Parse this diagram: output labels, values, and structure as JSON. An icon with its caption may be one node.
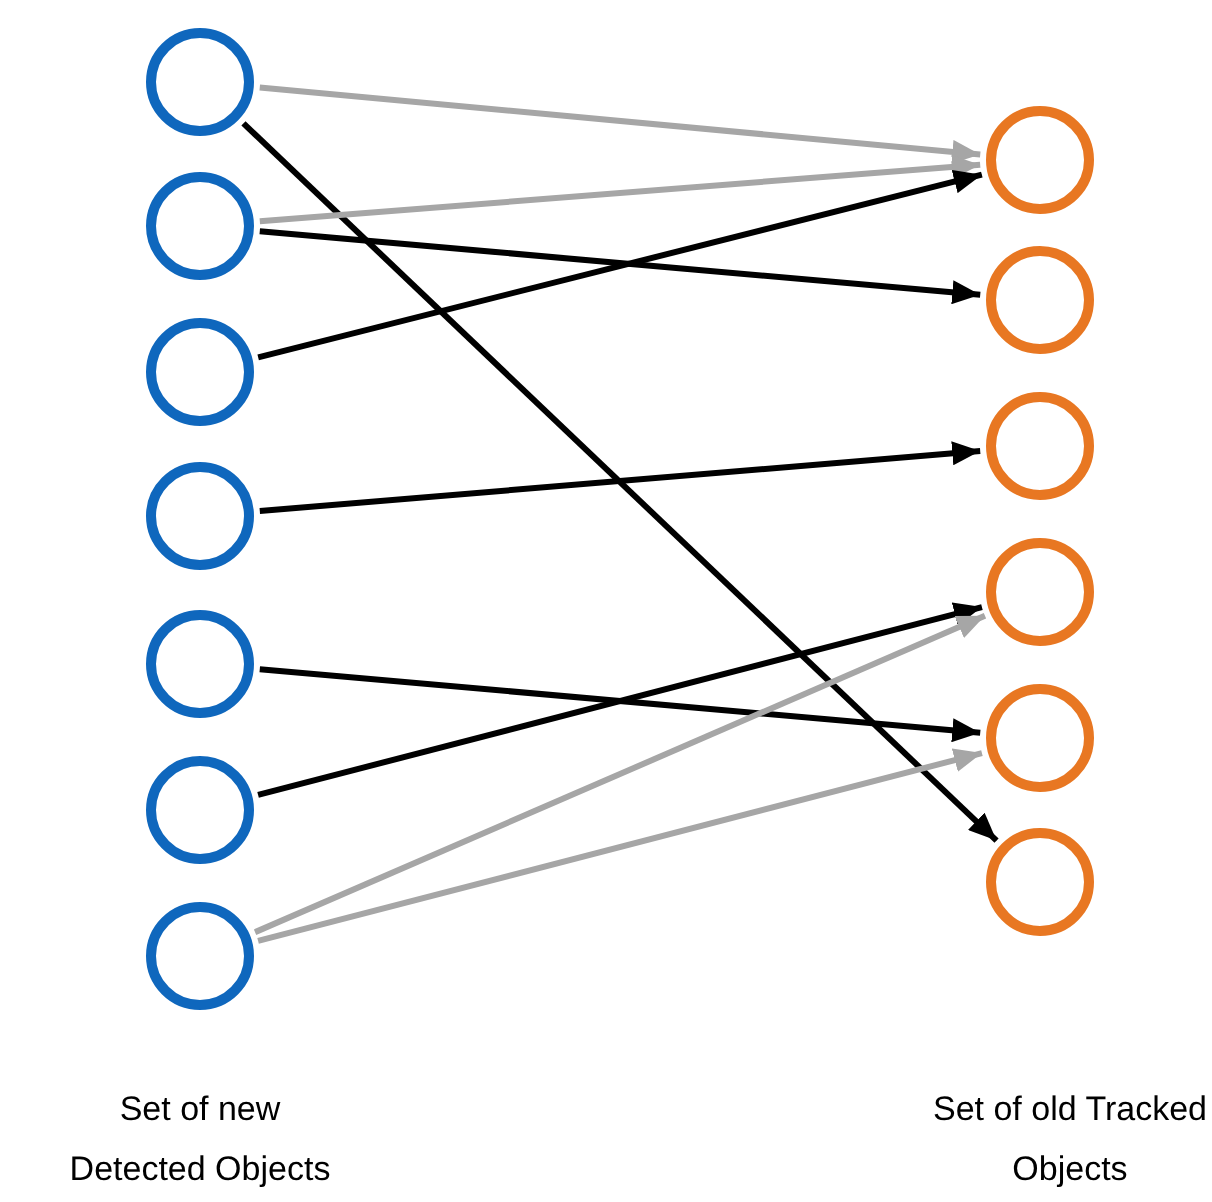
{
  "diagram": {
    "nodes": [
      {
        "text": [],
        "shape": "circle"
      },
      {
        "text": [],
        "shape": "circle"
      },
      {
        "text": [],
        "shape": "circle"
      },
      {
        "text": [],
        "shape": "circle"
      },
      {
        "text": [],
        "shape": "circle"
      },
      {
        "text": [],
        "shape": "circle"
      },
      {
        "text": [],
        "shape": "circle"
      },
      {
        "text": [],
        "shape": "circle"
      },
      {
        "text": [],
        "shape": "circle"
      },
      {
        "text": [],
        "shape": "circle"
      },
      {
        "text": [],
        "shape": "circle"
      },
      {
        "text": [],
        "shape": "circle"
      },
      {
        "text": [],
        "shape": "circle"
      }
    ],
    "edges": [
      {
        "from": 0,
        "to": 7,
        "arrow": "to",
        "color": "#a6a6a6"
      },
      {
        "from": 0,
        "to": 12,
        "arrow": "to"
      },
      {
        "from": 1,
        "to": 7,
        "arrow": "to",
        "color": "#a6a6a6"
      },
      {
        "from": 1,
        "to": 8,
        "arrow": "to"
      },
      {
        "from": 2,
        "to": 7,
        "arrow": "to"
      },
      {
        "from": 3,
        "to": 9,
        "arrow": "to"
      },
      {
        "from": 4,
        "to": 11,
        "arrow": "to"
      },
      {
        "from": 5,
        "to": 10,
        "arrow": "to"
      },
      {
        "from": 6,
        "to": 10,
        "arrow": "to",
        "color": "#a6a6a6"
      },
      {
        "from": 6,
        "to": 11,
        "arrow": "to",
        "color": "#a6a6a6"
      }
    ],
    "labels": [
      "Set of new Detected Objects",
      "Set of old Tracked Objects"
    ]
  }
}
